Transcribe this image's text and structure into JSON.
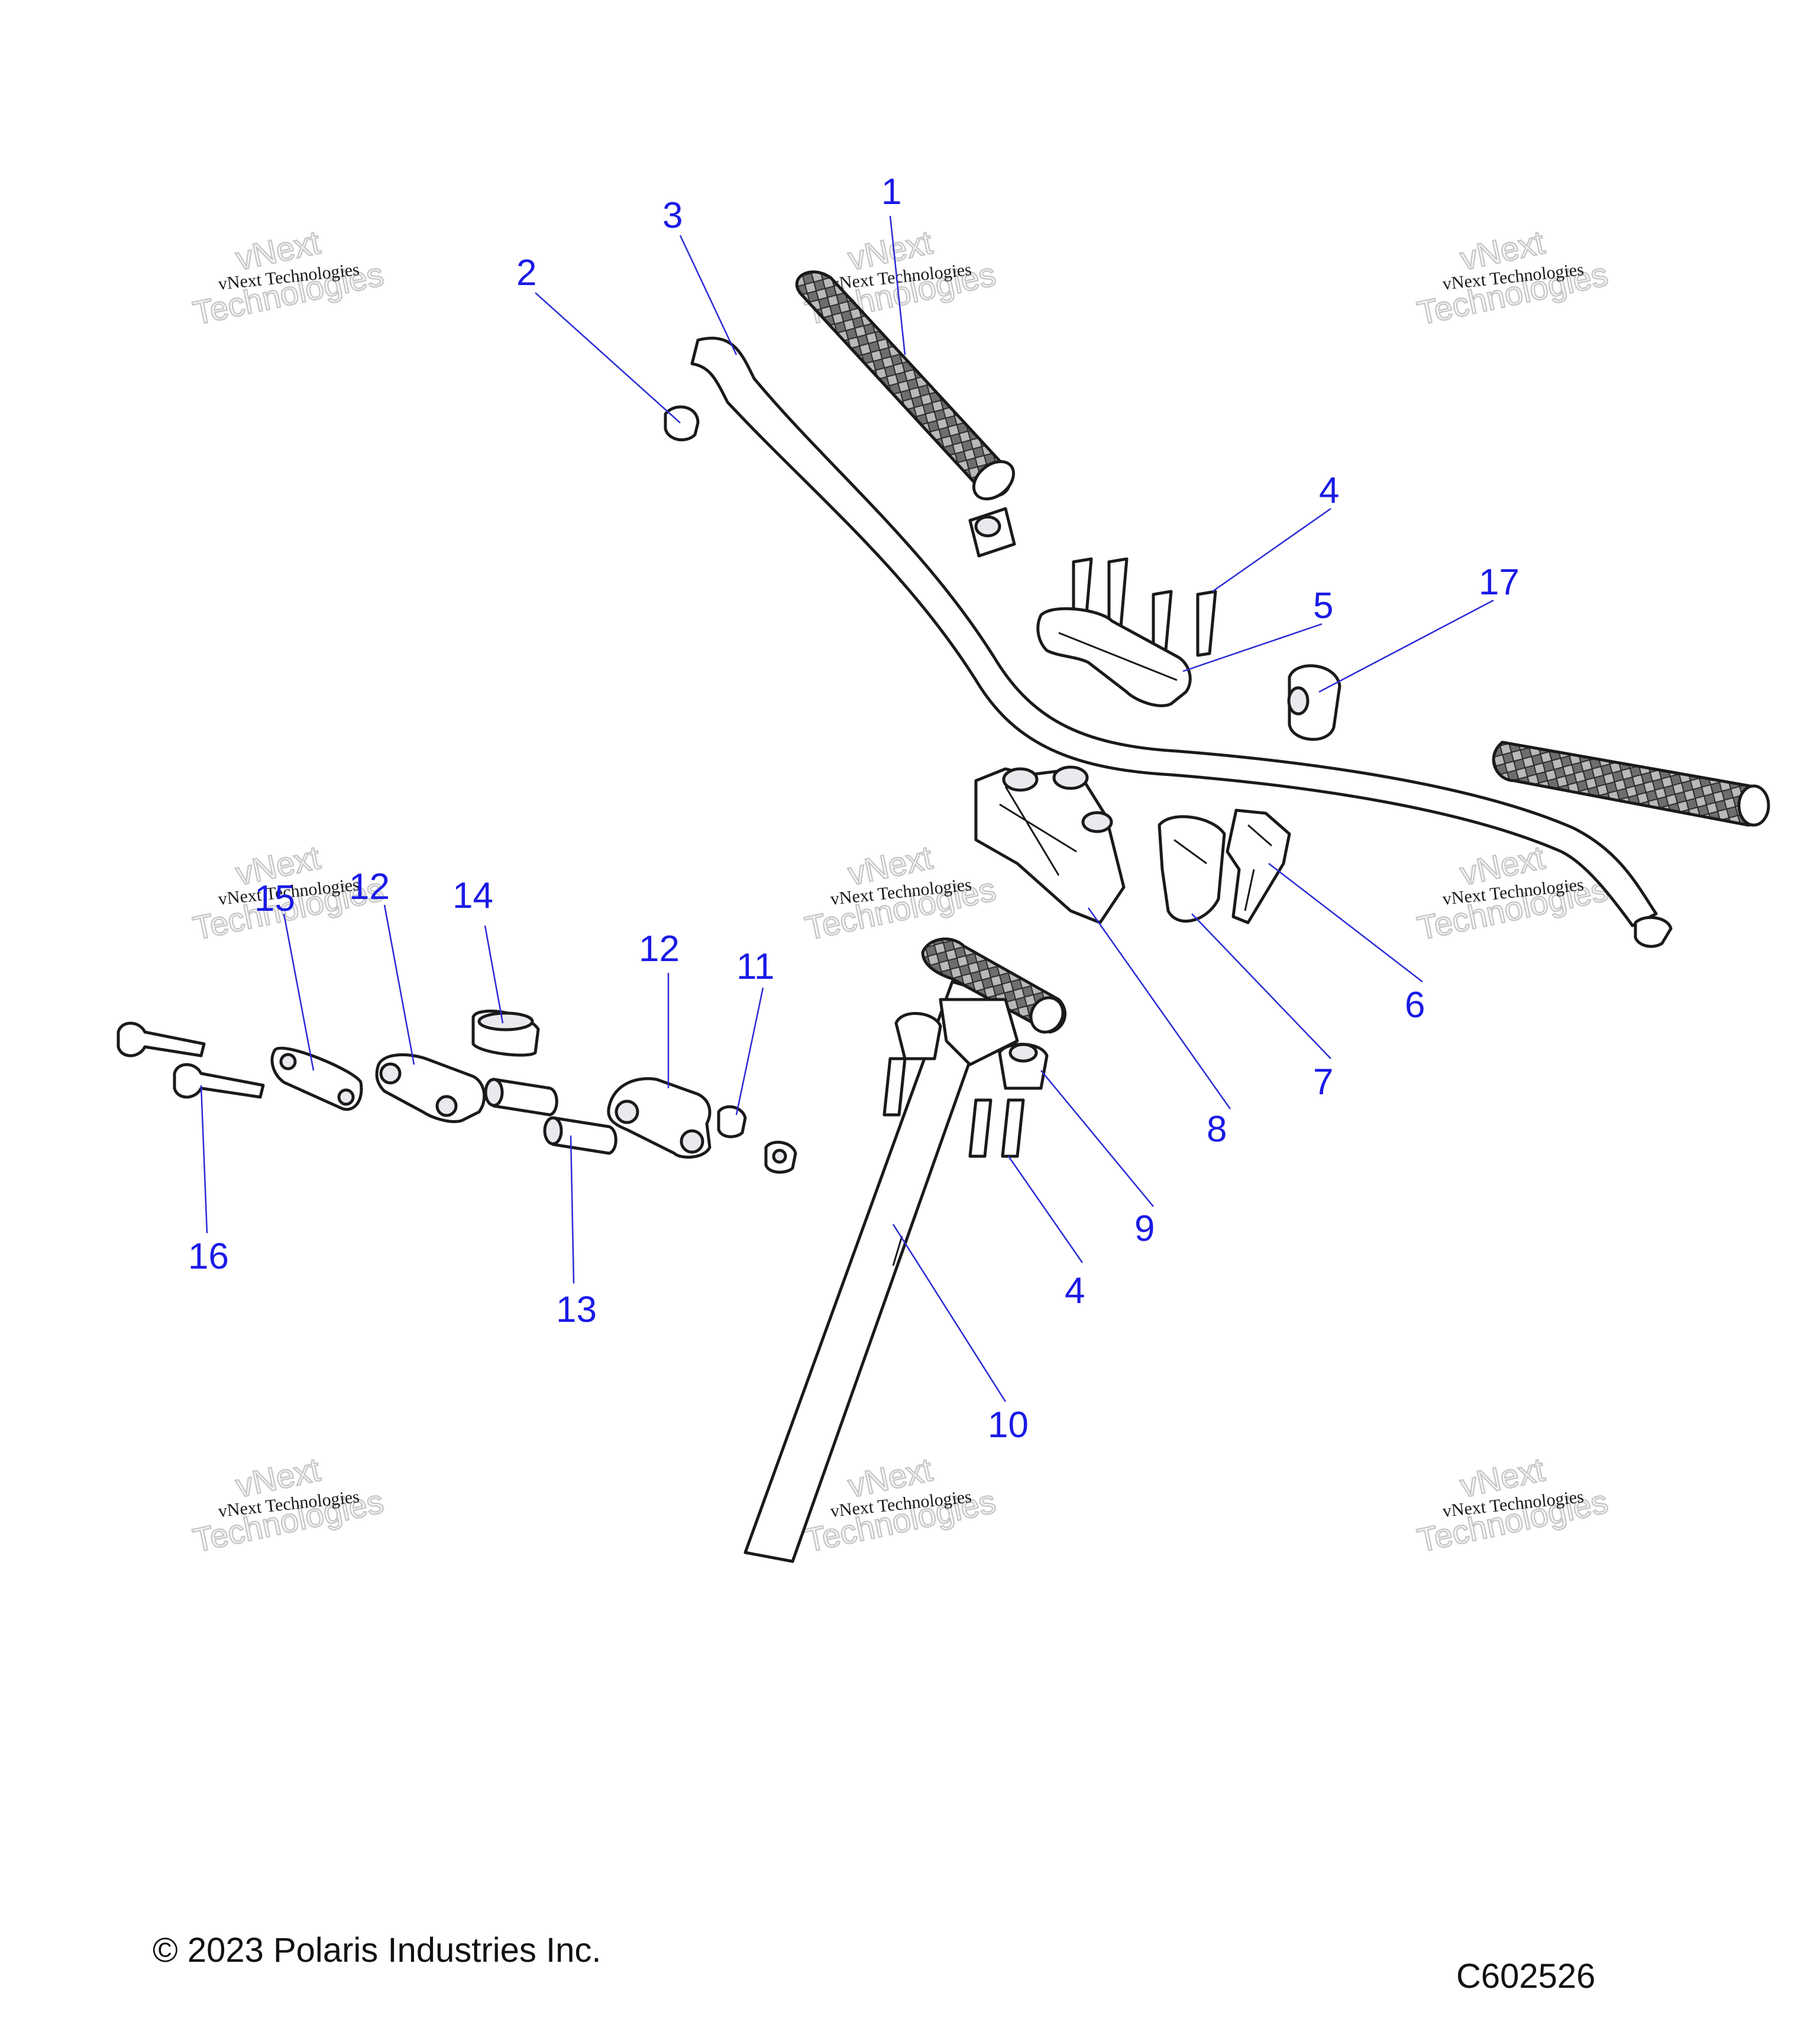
{
  "callouts": [
    {
      "id": "1",
      "label": "1"
    },
    {
      "id": "2",
      "label": "2"
    },
    {
      "id": "3",
      "label": "3"
    },
    {
      "id": "4a",
      "label": "4"
    },
    {
      "id": "4b",
      "label": "4"
    },
    {
      "id": "5",
      "label": "5"
    },
    {
      "id": "6",
      "label": "6"
    },
    {
      "id": "7",
      "label": "7"
    },
    {
      "id": "8",
      "label": "8"
    },
    {
      "id": "9",
      "label": "9"
    },
    {
      "id": "10",
      "label": "10"
    },
    {
      "id": "11",
      "label": "11"
    },
    {
      "id": "12a",
      "label": "12"
    },
    {
      "id": "12b",
      "label": "12"
    },
    {
      "id": "13",
      "label": "13"
    },
    {
      "id": "14",
      "label": "14"
    },
    {
      "id": "15",
      "label": "15"
    },
    {
      "id": "16",
      "label": "16"
    },
    {
      "id": "17",
      "label": "17"
    }
  ],
  "watermark": {
    "line1": "vNext Technologies",
    "line2a": "vNext",
    "line2b": "Technologies"
  },
  "footer": {
    "copyright": "© 2023 Polaris Industries Inc.",
    "code": "C602526"
  },
  "colors": {
    "callout": "#1a1ae6",
    "linework": "#1a1a1a",
    "watermark": "#c8c8c8"
  }
}
